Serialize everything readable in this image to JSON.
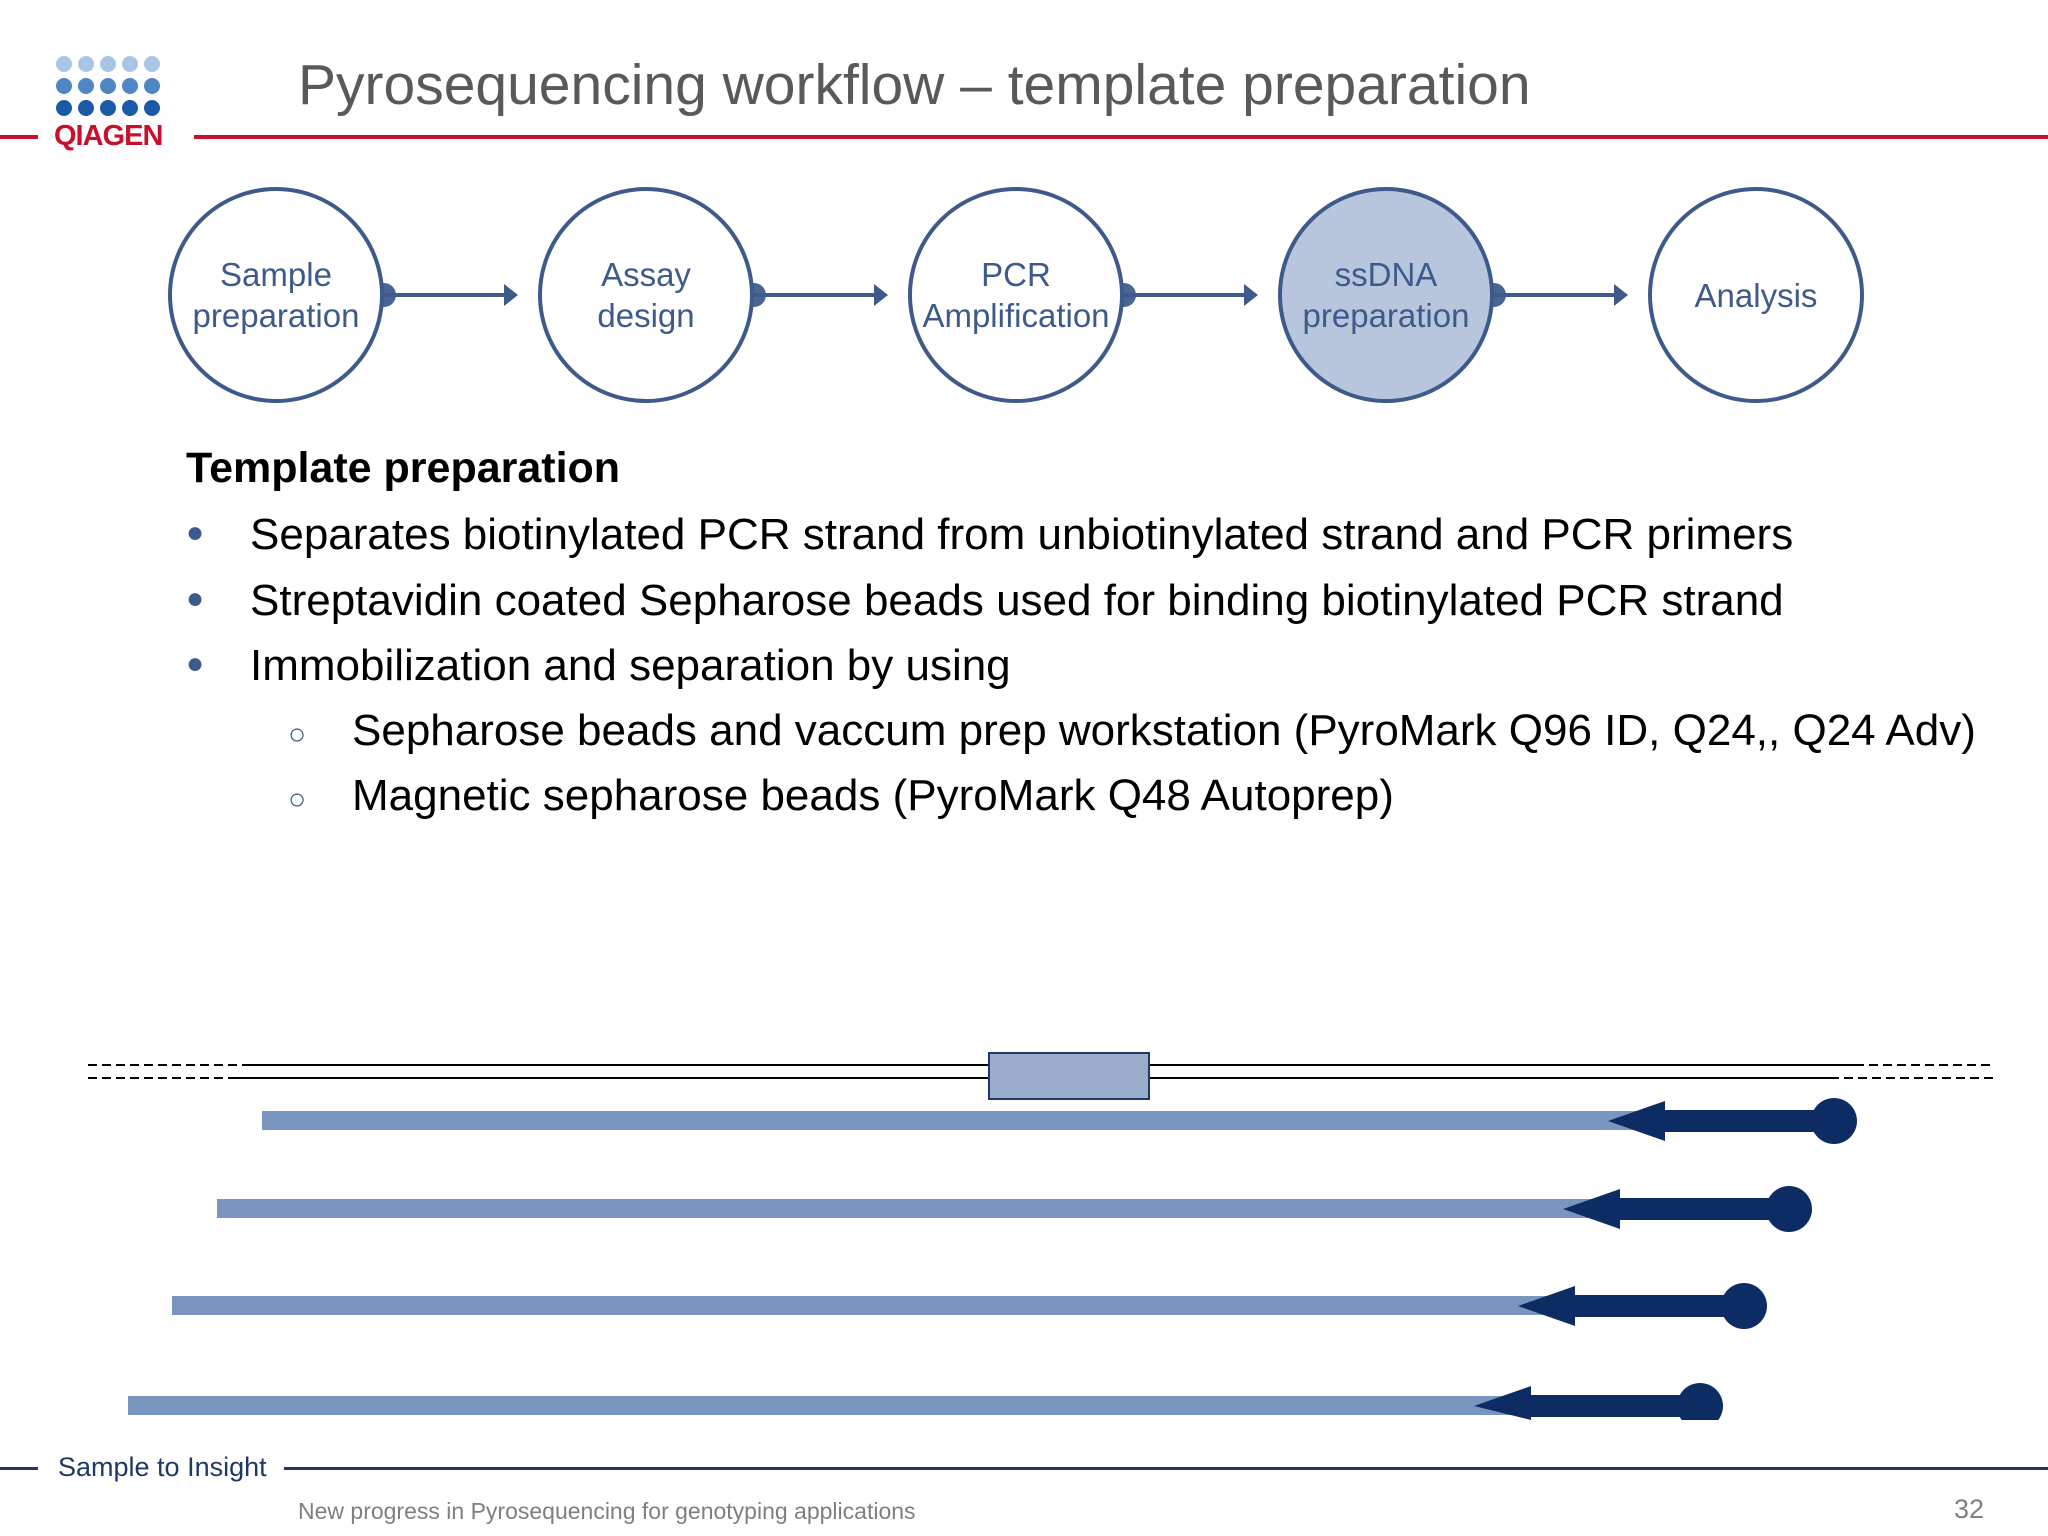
{
  "header": {
    "logo_text": "QIAGEN",
    "title": "Pyrosequencing workflow – template preparation"
  },
  "workflow": {
    "steps": [
      {
        "label": "Sample\npreparation",
        "active": false
      },
      {
        "label": "Assay\ndesign",
        "active": false
      },
      {
        "label": "PCR\nAmplification",
        "active": false
      },
      {
        "label": "ssDNA\npreparation",
        "active": true
      },
      {
        "label": "Analysis",
        "active": false
      }
    ]
  },
  "content": {
    "heading": "Template preparation",
    "bullets": [
      "Separates biotinylated PCR strand from unbiotinylated strand and PCR primers",
      "Streptavidin coated Sepharose beads used for binding biotinylated PCR strand",
      "Immobilization and separation by using"
    ],
    "sub_bullets": [
      "Sepharose beads and vaccum prep workstation (PyroMark Q96 ID, Q24,, Q24 Adv)",
      "Magnetic sepharose beads (PyroMark Q48 Autoprep)"
    ]
  },
  "footer": {
    "tagline": "Sample to Insight",
    "text": "New progress in Pyrosequencing for genotyping applications",
    "page_number": "32"
  },
  "colors": {
    "brand_red": "#c8102e",
    "navy": "#1f3864",
    "step_blue": "#3d5a8a",
    "active_fill": "#b7c6dd",
    "strand": "#7a96c0",
    "primer": "#0d2c63"
  }
}
